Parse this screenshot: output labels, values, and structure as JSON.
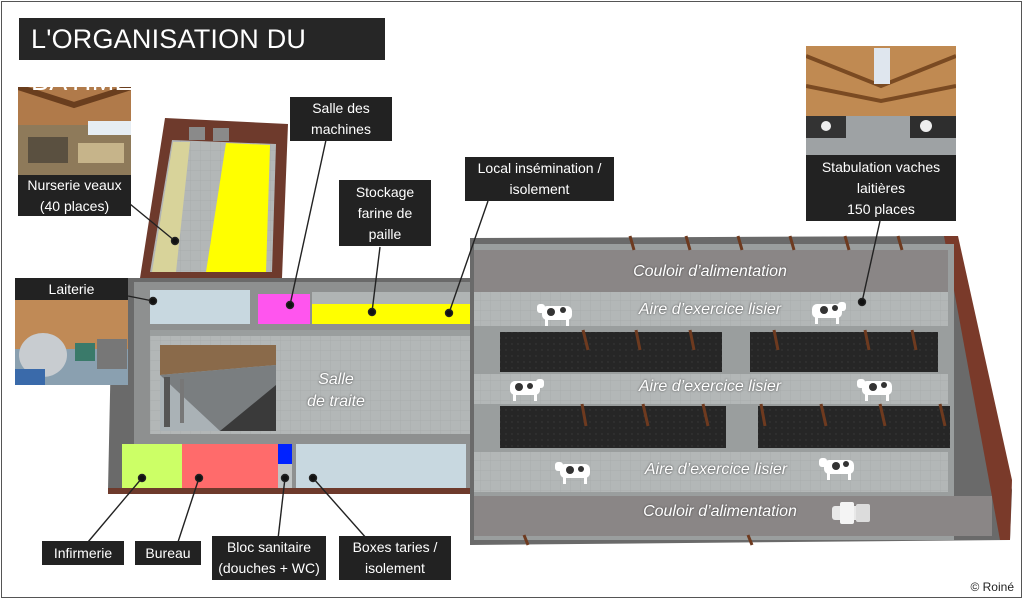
{
  "title": "L'ORGANISATION DU BÂTIMENT",
  "labels": {
    "nurserie": [
      "Nurserie veaux",
      "(40 places)"
    ],
    "salle_machines": [
      "Salle des",
      "machines"
    ],
    "stockage": [
      "Stockage",
      "farine de",
      "paille"
    ],
    "local_insemination": [
      "Local insémination /",
      "isolement"
    ],
    "stabulation": [
      "Stabulation vaches",
      "laitières",
      "150 places"
    ],
    "laiterie": [
      "Laiterie"
    ],
    "infirmerie": [
      "Infirmerie"
    ],
    "bureau": [
      "Bureau"
    ],
    "bloc_sanitaire": [
      "Bloc sanitaire",
      "(douches + WC)"
    ],
    "boxes_taries": [
      "Boxes taries /",
      "isolement"
    ]
  },
  "zones": {
    "couloir_top": "Couloir d’alimentation",
    "aire_1": "Aire d’exercice lisier",
    "aire_2": "Aire d’exercice lisier",
    "aire_3": "Aire d’exercice lisier",
    "couloir_bottom": "Couloir d’alimentation",
    "salle_traite": [
      "Salle",
      "de traite"
    ]
  },
  "icons": [
    "cow-icon",
    "tractor-icon"
  ],
  "colors": {
    "yellow": "#ffff00",
    "magenta": "#ff55ee",
    "lime": "#ccff66",
    "salmon": "#ff6b6b",
    "blue": "#0022ff",
    "light_blue": "#c8d8e0",
    "khaki": "#d8d39a",
    "floor": "#b0b4b4",
    "dark": "#2a2a2a",
    "wall": "#7a3a2a"
  },
  "copyright": "© Roiné"
}
